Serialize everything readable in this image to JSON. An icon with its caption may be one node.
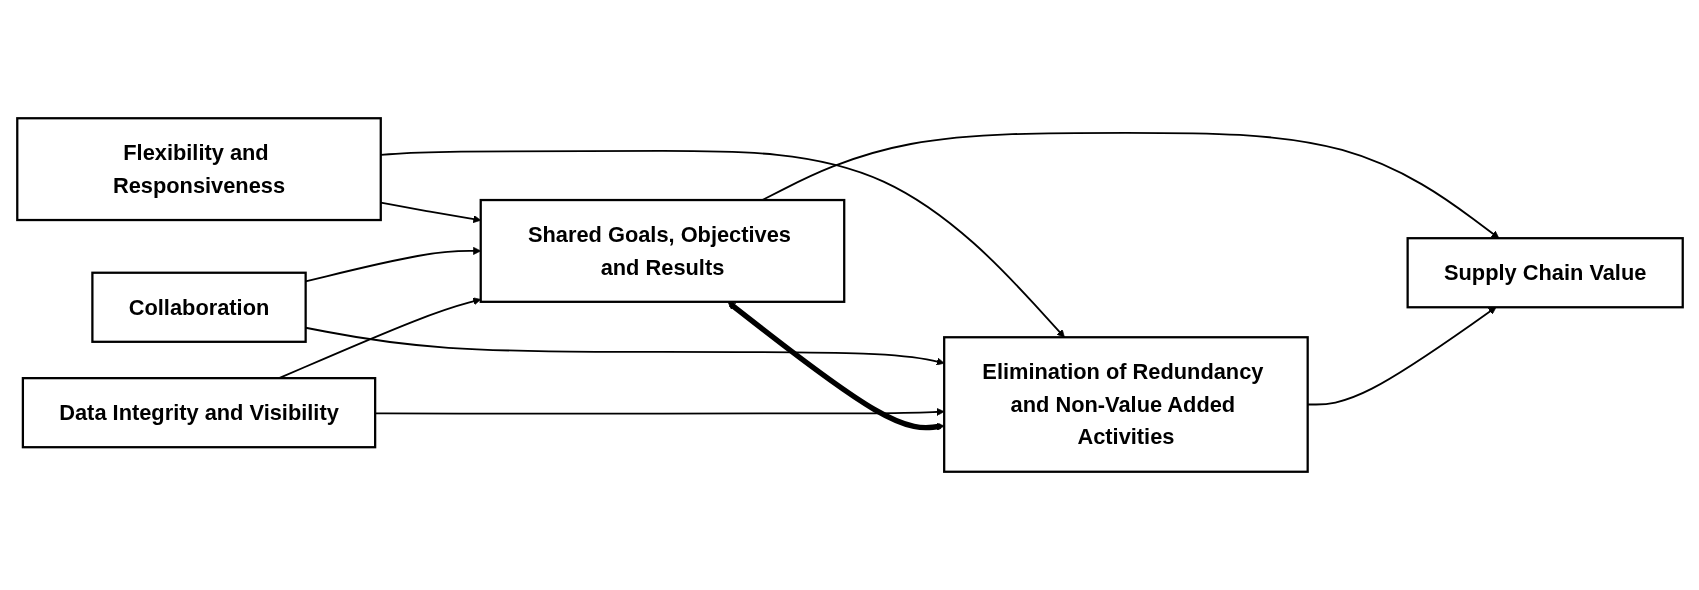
{
  "diagram": {
    "nodes": [
      {
        "text": [
          "Flexibility and Responsiveness"
        ]
      },
      {
        "text": [
          "Collaboration"
        ]
      },
      {
        "text": [
          "Data Integrity and Visibility"
        ]
      },
      {
        "text": [
          "Shared Goals, Objectives and Results"
        ]
      },
      {
        "text": [
          "Elimination of Redundancy and Non-Value Added Activities"
        ]
      },
      {
        "text": [
          "Supply Chain Value"
        ]
      }
    ],
    "edges": [
      {
        "from": 0,
        "to": 3,
        "arrow": "to"
      },
      {
        "from": 0,
        "to": 4,
        "arrow": "to"
      },
      {
        "from": 1,
        "to": 3,
        "arrow": "to"
      },
      {
        "from": 1,
        "to": 4,
        "arrow": "to"
      },
      {
        "from": 2,
        "to": 3,
        "arrow": "to"
      },
      {
        "from": 2,
        "to": 4,
        "arrow": "to"
      },
      {
        "from": 3,
        "to": 4,
        "arrow": "both",
        "style": "thick"
      },
      {
        "from": 3,
        "to": 5,
        "arrow": "to"
      },
      {
        "from": 4,
        "to": 5,
        "arrow": "to"
      }
    ]
  }
}
